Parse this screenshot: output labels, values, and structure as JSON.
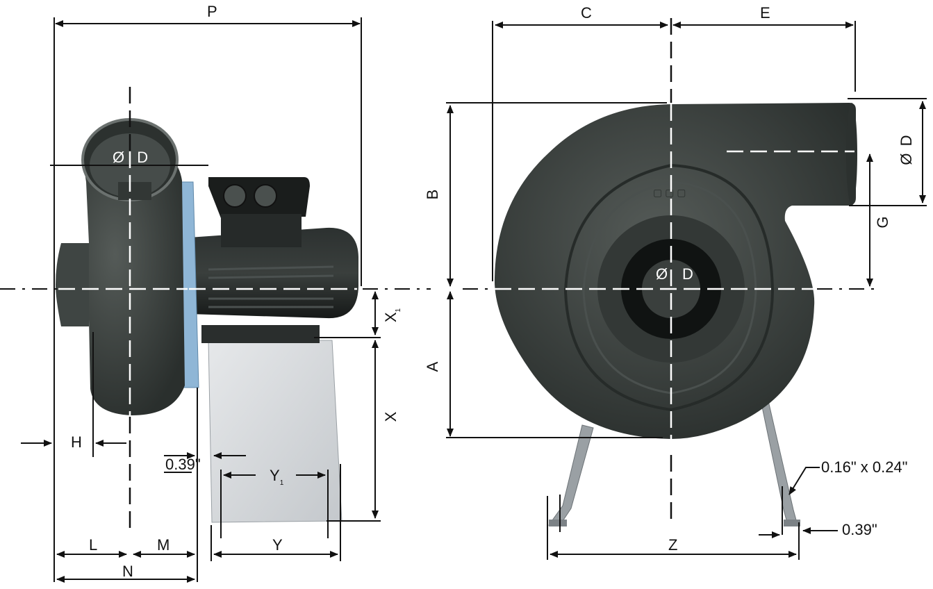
{
  "dimensions": {
    "P": "P",
    "C": "C",
    "E": "E",
    "B": "B",
    "A": "A",
    "G": "G",
    "D_side": "Ø D",
    "D_front_phi": "Ø",
    "D_front": "D",
    "D_outlet": "Ø D",
    "X1": "X",
    "X1_sub": "1",
    "X": "X",
    "H": "H",
    "offset_left": "0.39\"",
    "Y1": "Y",
    "Y1_sub": "1",
    "Y": "Y",
    "L": "L",
    "M": "M",
    "N": "N",
    "Z": "Z",
    "slot": "0.16\" x 0.24\"",
    "offset_right": "0.39\""
  },
  "colors": {
    "housing": "#3c4240",
    "housing_dark": "#232826",
    "flange": "#8fb6d6",
    "motor": "#1e2221",
    "stand": "#d6d9dc",
    "line": "#111111"
  }
}
